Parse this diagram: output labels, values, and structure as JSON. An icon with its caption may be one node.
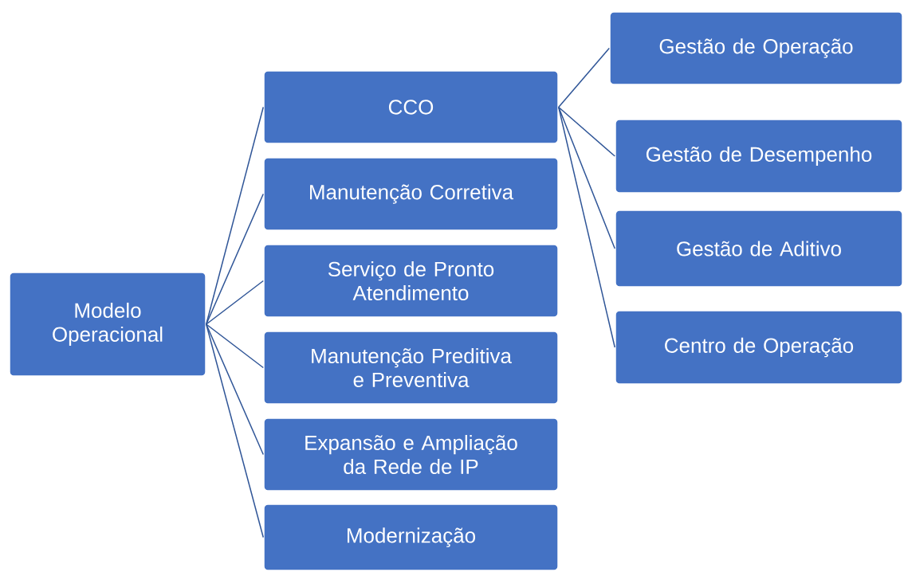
{
  "diagram": {
    "nodes": [
      {
        "text": [
          "Modelo Operacional"
        ]
      },
      {
        "text": [
          "CCO"
        ]
      },
      {
        "text": [
          "Manutenção Corretiva"
        ]
      },
      {
        "text": [
          "Serviço de Pronto Atendimento"
        ]
      },
      {
        "text": [
          "Manutenção Preditiva e Preventiva"
        ]
      },
      {
        "text": [
          "Expansão e Ampliação da Rede de IP"
        ]
      },
      {
        "text": [
          "Modernização"
        ]
      },
      {
        "text": [
          "Gestão de Operação"
        ]
      },
      {
        "text": [
          "Gestão de Desempenho"
        ]
      },
      {
        "text": [
          "Gestão de Aditivo"
        ]
      },
      {
        "text": [
          "Centro de Operação"
        ]
      }
    ],
    "edges": [
      {
        "from": 0,
        "to": 1,
        "arrow": "none"
      },
      {
        "from": 0,
        "to": 2,
        "arrow": "none"
      },
      {
        "from": 0,
        "to": 3,
        "arrow": "none"
      },
      {
        "from": 0,
        "to": 4,
        "arrow": "none"
      },
      {
        "from": 0,
        "to": 5,
        "arrow": "none"
      },
      {
        "from": 0,
        "to": 6,
        "arrow": "none"
      },
      {
        "from": 1,
        "to": 7,
        "arrow": "none"
      },
      {
        "from": 1,
        "to": 8,
        "arrow": "none"
      },
      {
        "from": 1,
        "to": 9,
        "arrow": "none"
      },
      {
        "from": 1,
        "to": 10,
        "arrow": "none"
      }
    ]
  }
}
